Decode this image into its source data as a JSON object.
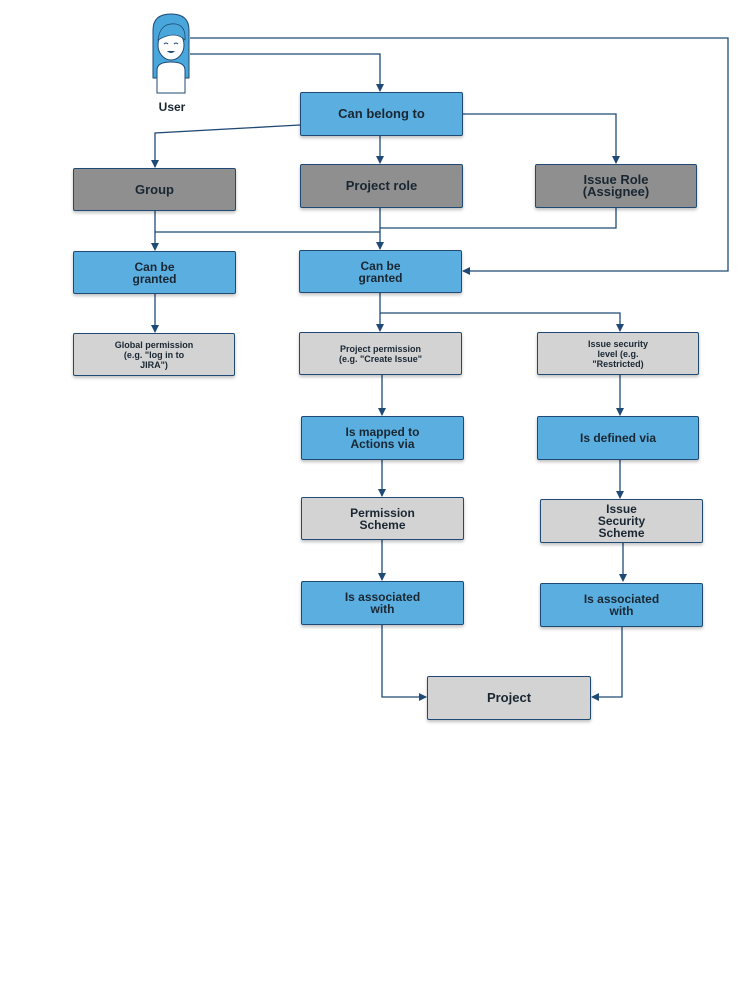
{
  "user": {
    "label": "User"
  },
  "nodes": {
    "can_belong_to": "Can belong to",
    "group": "Group",
    "project_role": "Project role",
    "issue_role": "Issue Role\n(Assignee)",
    "can_be_granted_left": "Can be\ngranted",
    "can_be_granted_center": "Can be\ngranted",
    "global_permission": "Global permission\n(e.g. \"log in to\nJIRA\")",
    "project_permission": "Project permission\n(e.g. \"Create Issue\"",
    "issue_security_level": "Issue security\nlevel (e.g.\n\"Restricted)",
    "is_mapped_to": "Is mapped to\nActions via",
    "is_defined_via": "Is defined via",
    "permission_scheme": "Permission\nScheme",
    "issue_security_scheme": "Issue\nSecurity\nScheme",
    "is_associated_with_left": "Is associated\nwith",
    "is_associated_with_right": "Is associated\nwith",
    "project": "Project"
  },
  "colors": {
    "action_box": "#5aafe0",
    "entity_box_dark": "#8f8f8f",
    "entity_box_light": "#d3d3d3",
    "connector": "#1f4a75"
  }
}
